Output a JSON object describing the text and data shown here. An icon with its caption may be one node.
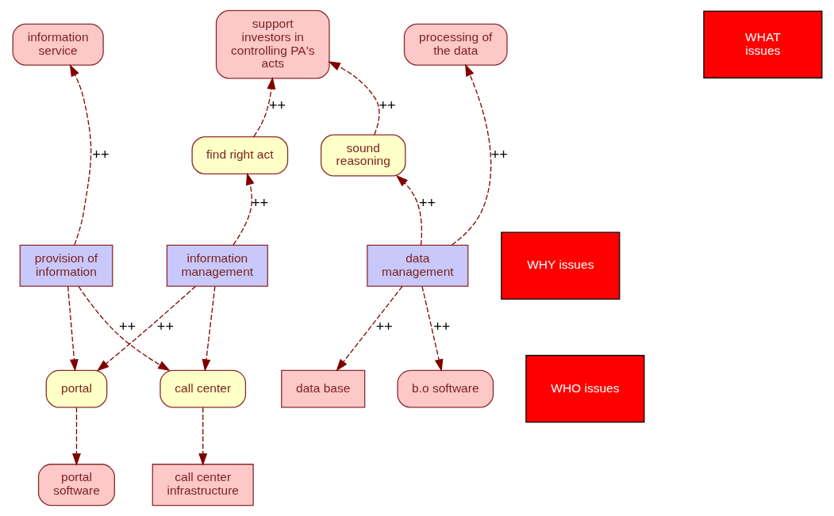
{
  "diagram": {
    "nodes": [
      {
        "text": [
          "information service"
        ]
      },
      {
        "text": [
          "support investors in controlling PA's acts"
        ]
      },
      {
        "text": [
          "processing of the data"
        ]
      },
      {
        "text": [
          "find right act"
        ]
      },
      {
        "text": [
          "sound reasoning"
        ]
      },
      {
        "text": [
          "provision of information"
        ]
      },
      {
        "text": [
          "information management"
        ]
      },
      {
        "text": [
          "data management"
        ]
      },
      {
        "text": [
          "portal"
        ]
      },
      {
        "text": [
          "call center"
        ]
      },
      {
        "text": [
          "data base"
        ]
      },
      {
        "text": [
          "b.o software"
        ]
      },
      {
        "text": [
          "portal software"
        ]
      },
      {
        "text": [
          "call center infrastructure"
        ]
      },
      {
        "text": [
          "WHAT issues"
        ]
      },
      {
        "text": [
          "WHY issues"
        ]
      },
      {
        "text": [
          "WHO issues"
        ]
      }
    ],
    "edges": [
      {
        "from": 5,
        "to": 0,
        "arrow": "to",
        "label": "++",
        "style": "dashed"
      },
      {
        "from": 3,
        "to": 1,
        "arrow": "to",
        "label": "++",
        "style": "dashed"
      },
      {
        "from": 4,
        "to": 1,
        "arrow": "to",
        "label": "++",
        "style": "dashed"
      },
      {
        "from": 7,
        "to": 2,
        "arrow": "to",
        "label": "++",
        "style": "dashed"
      },
      {
        "from": 6,
        "to": 3,
        "arrow": "to",
        "label": "++",
        "style": "dashed"
      },
      {
        "from": 7,
        "to": 4,
        "arrow": "to",
        "label": "++",
        "style": "dashed"
      },
      {
        "from": 5,
        "to": 8,
        "arrow": "to",
        "style": "dashed"
      },
      {
        "from": 5,
        "to": 9,
        "arrow": "to",
        "label": "++",
        "style": "dashed"
      },
      {
        "from": 6,
        "to": 8,
        "arrow": "to",
        "label": "++",
        "style": "dashed"
      },
      {
        "from": 6,
        "to": 9,
        "arrow": "to",
        "style": "dashed"
      },
      {
        "from": 7,
        "to": 10,
        "arrow": "to",
        "label": "++",
        "style": "dashed"
      },
      {
        "from": 7,
        "to": 11,
        "arrow": "to",
        "label": "++",
        "style": "dashed"
      },
      {
        "from": 8,
        "to": 12,
        "arrow": "to",
        "style": "dashed"
      },
      {
        "from": 9,
        "to": 13,
        "arrow": "to",
        "style": "dashed"
      }
    ]
  }
}
